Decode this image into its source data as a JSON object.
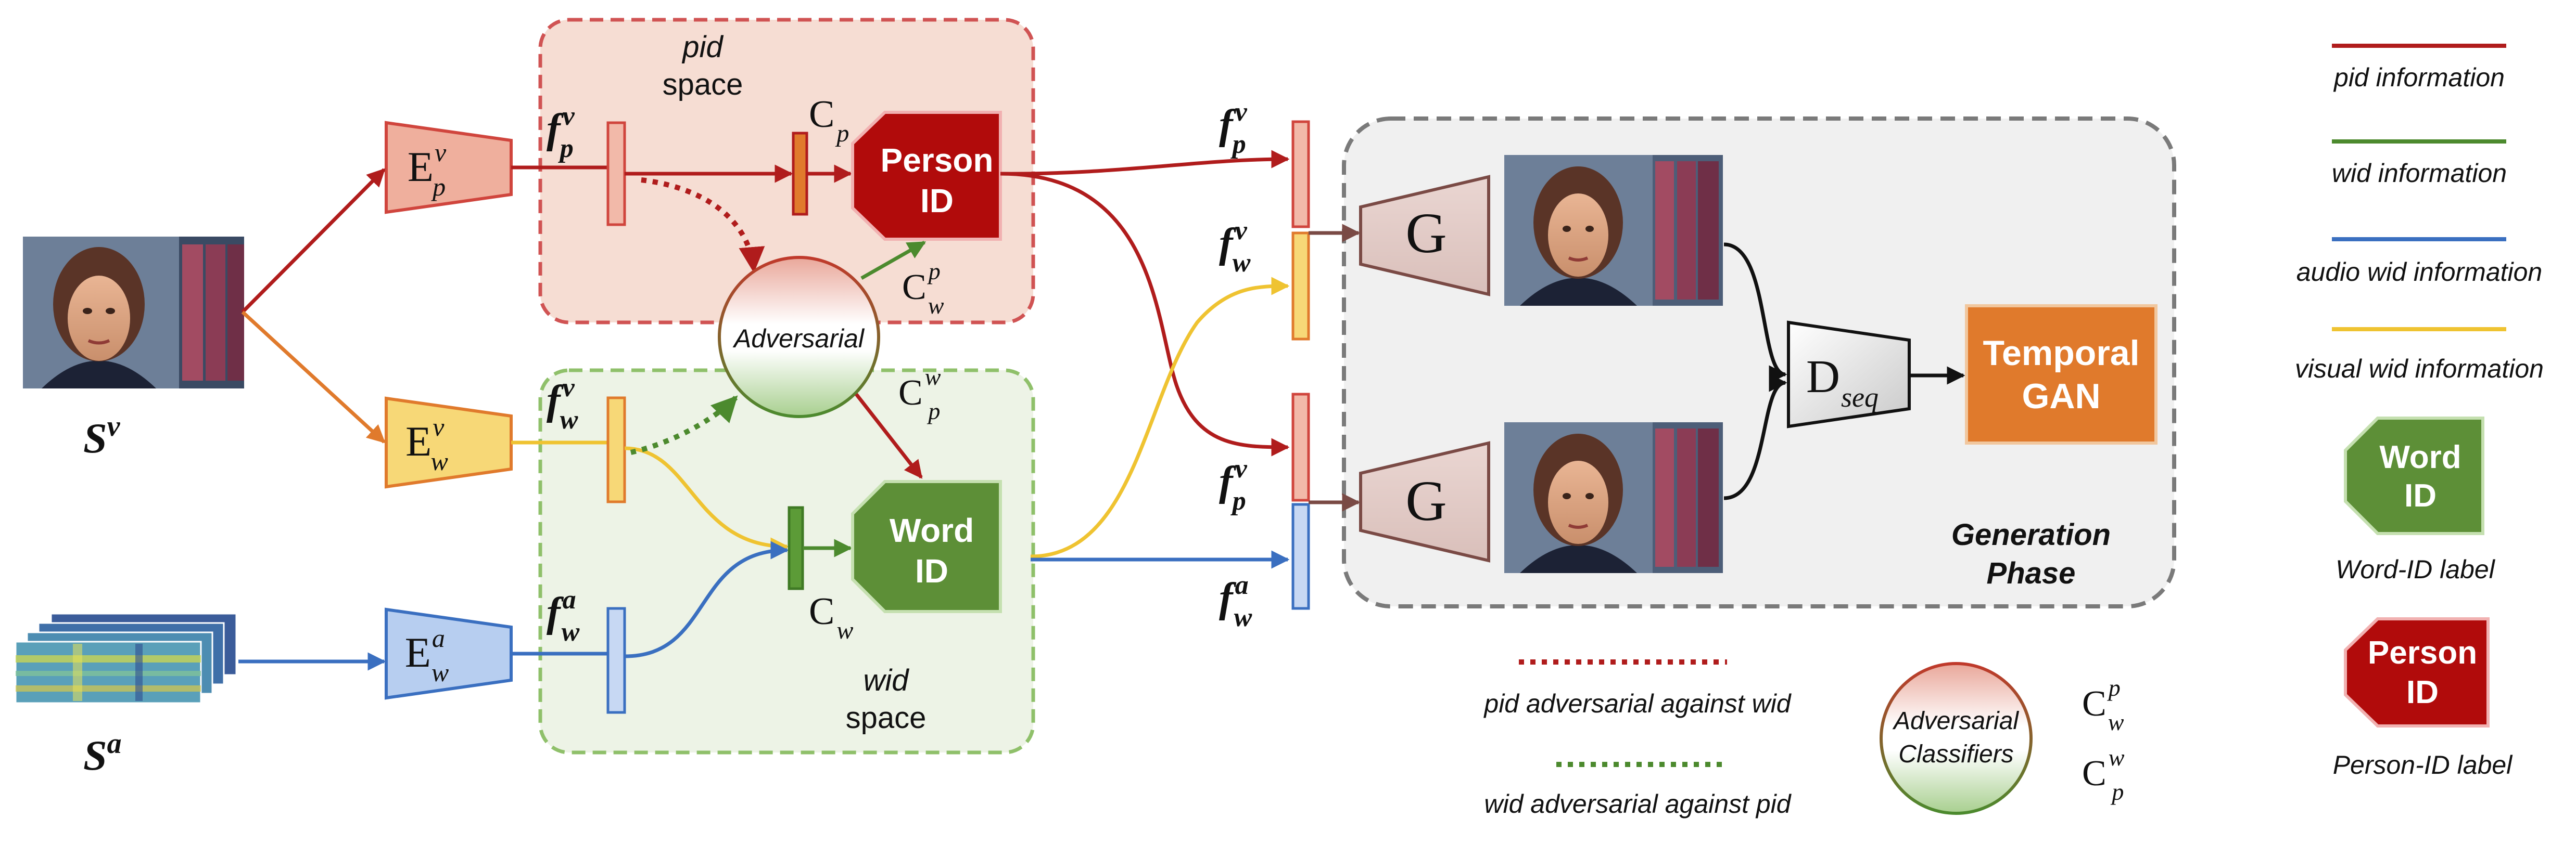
{
  "pid_space": {
    "line1": "pid",
    "line2": "space"
  },
  "wid_space": {
    "line1": "wid",
    "line2": "space"
  },
  "inputs": {
    "visual": {
      "base": "S",
      "sup": "v"
    },
    "audio": {
      "base": "S",
      "sup": "a"
    }
  },
  "encoders": {
    "epv": {
      "base": "E",
      "sup": "v",
      "sub": "p"
    },
    "ewv": {
      "base": "E",
      "sup": "v",
      "sub": "w"
    },
    "ewa": {
      "base": "E",
      "sup": "a",
      "sub": "w"
    }
  },
  "features": {
    "fpv": {
      "base": "f",
      "sup": "v",
      "sub": "p"
    },
    "fwv": {
      "base": "f",
      "sup": "v",
      "sub": "w"
    },
    "fwa": {
      "base": "f",
      "sup": "a",
      "sub": "w"
    }
  },
  "classifiers": {
    "cp": {
      "base": "C",
      "sub": "p"
    },
    "cw": {
      "base": "C",
      "sub": "w"
    },
    "cwp": {
      "base": "C",
      "sup": "p",
      "sub": "w"
    },
    "cpw": {
      "base": "C",
      "sup": "w",
      "sub": "p"
    }
  },
  "labels": {
    "person_id": {
      "line1": "Person",
      "line2": "ID"
    },
    "word_id": {
      "line1": "Word",
      "line2": "ID"
    },
    "adversarial": "Adversarial"
  },
  "generation": {
    "g": "G",
    "d": {
      "base": "D",
      "sub": "seq"
    },
    "temporal_gan": {
      "line1": "Temporal",
      "line2": "GAN"
    },
    "phase": {
      "line1": "Generation",
      "line2": "Phase"
    }
  },
  "legend": {
    "pid": "pid information",
    "wid": "wid information",
    "audio_wid": "audio wid information",
    "visual_wid": "visual wid information",
    "word_id_label": "Word-ID label",
    "person_id_label": "Person-ID label",
    "pid_adv": "pid adversarial against wid",
    "wid_adv": "wid adversarial against pid",
    "adv_classifiers": {
      "line1": "Adversarial",
      "line2": "Classifiers"
    }
  },
  "colors": {
    "pid": "#b01c1c",
    "wid": "#4c8a2e",
    "audio": "#3a6fc0",
    "visual": "#efc331",
    "orange": "#e07a2c",
    "gen_arrow": "#7a4a45"
  }
}
